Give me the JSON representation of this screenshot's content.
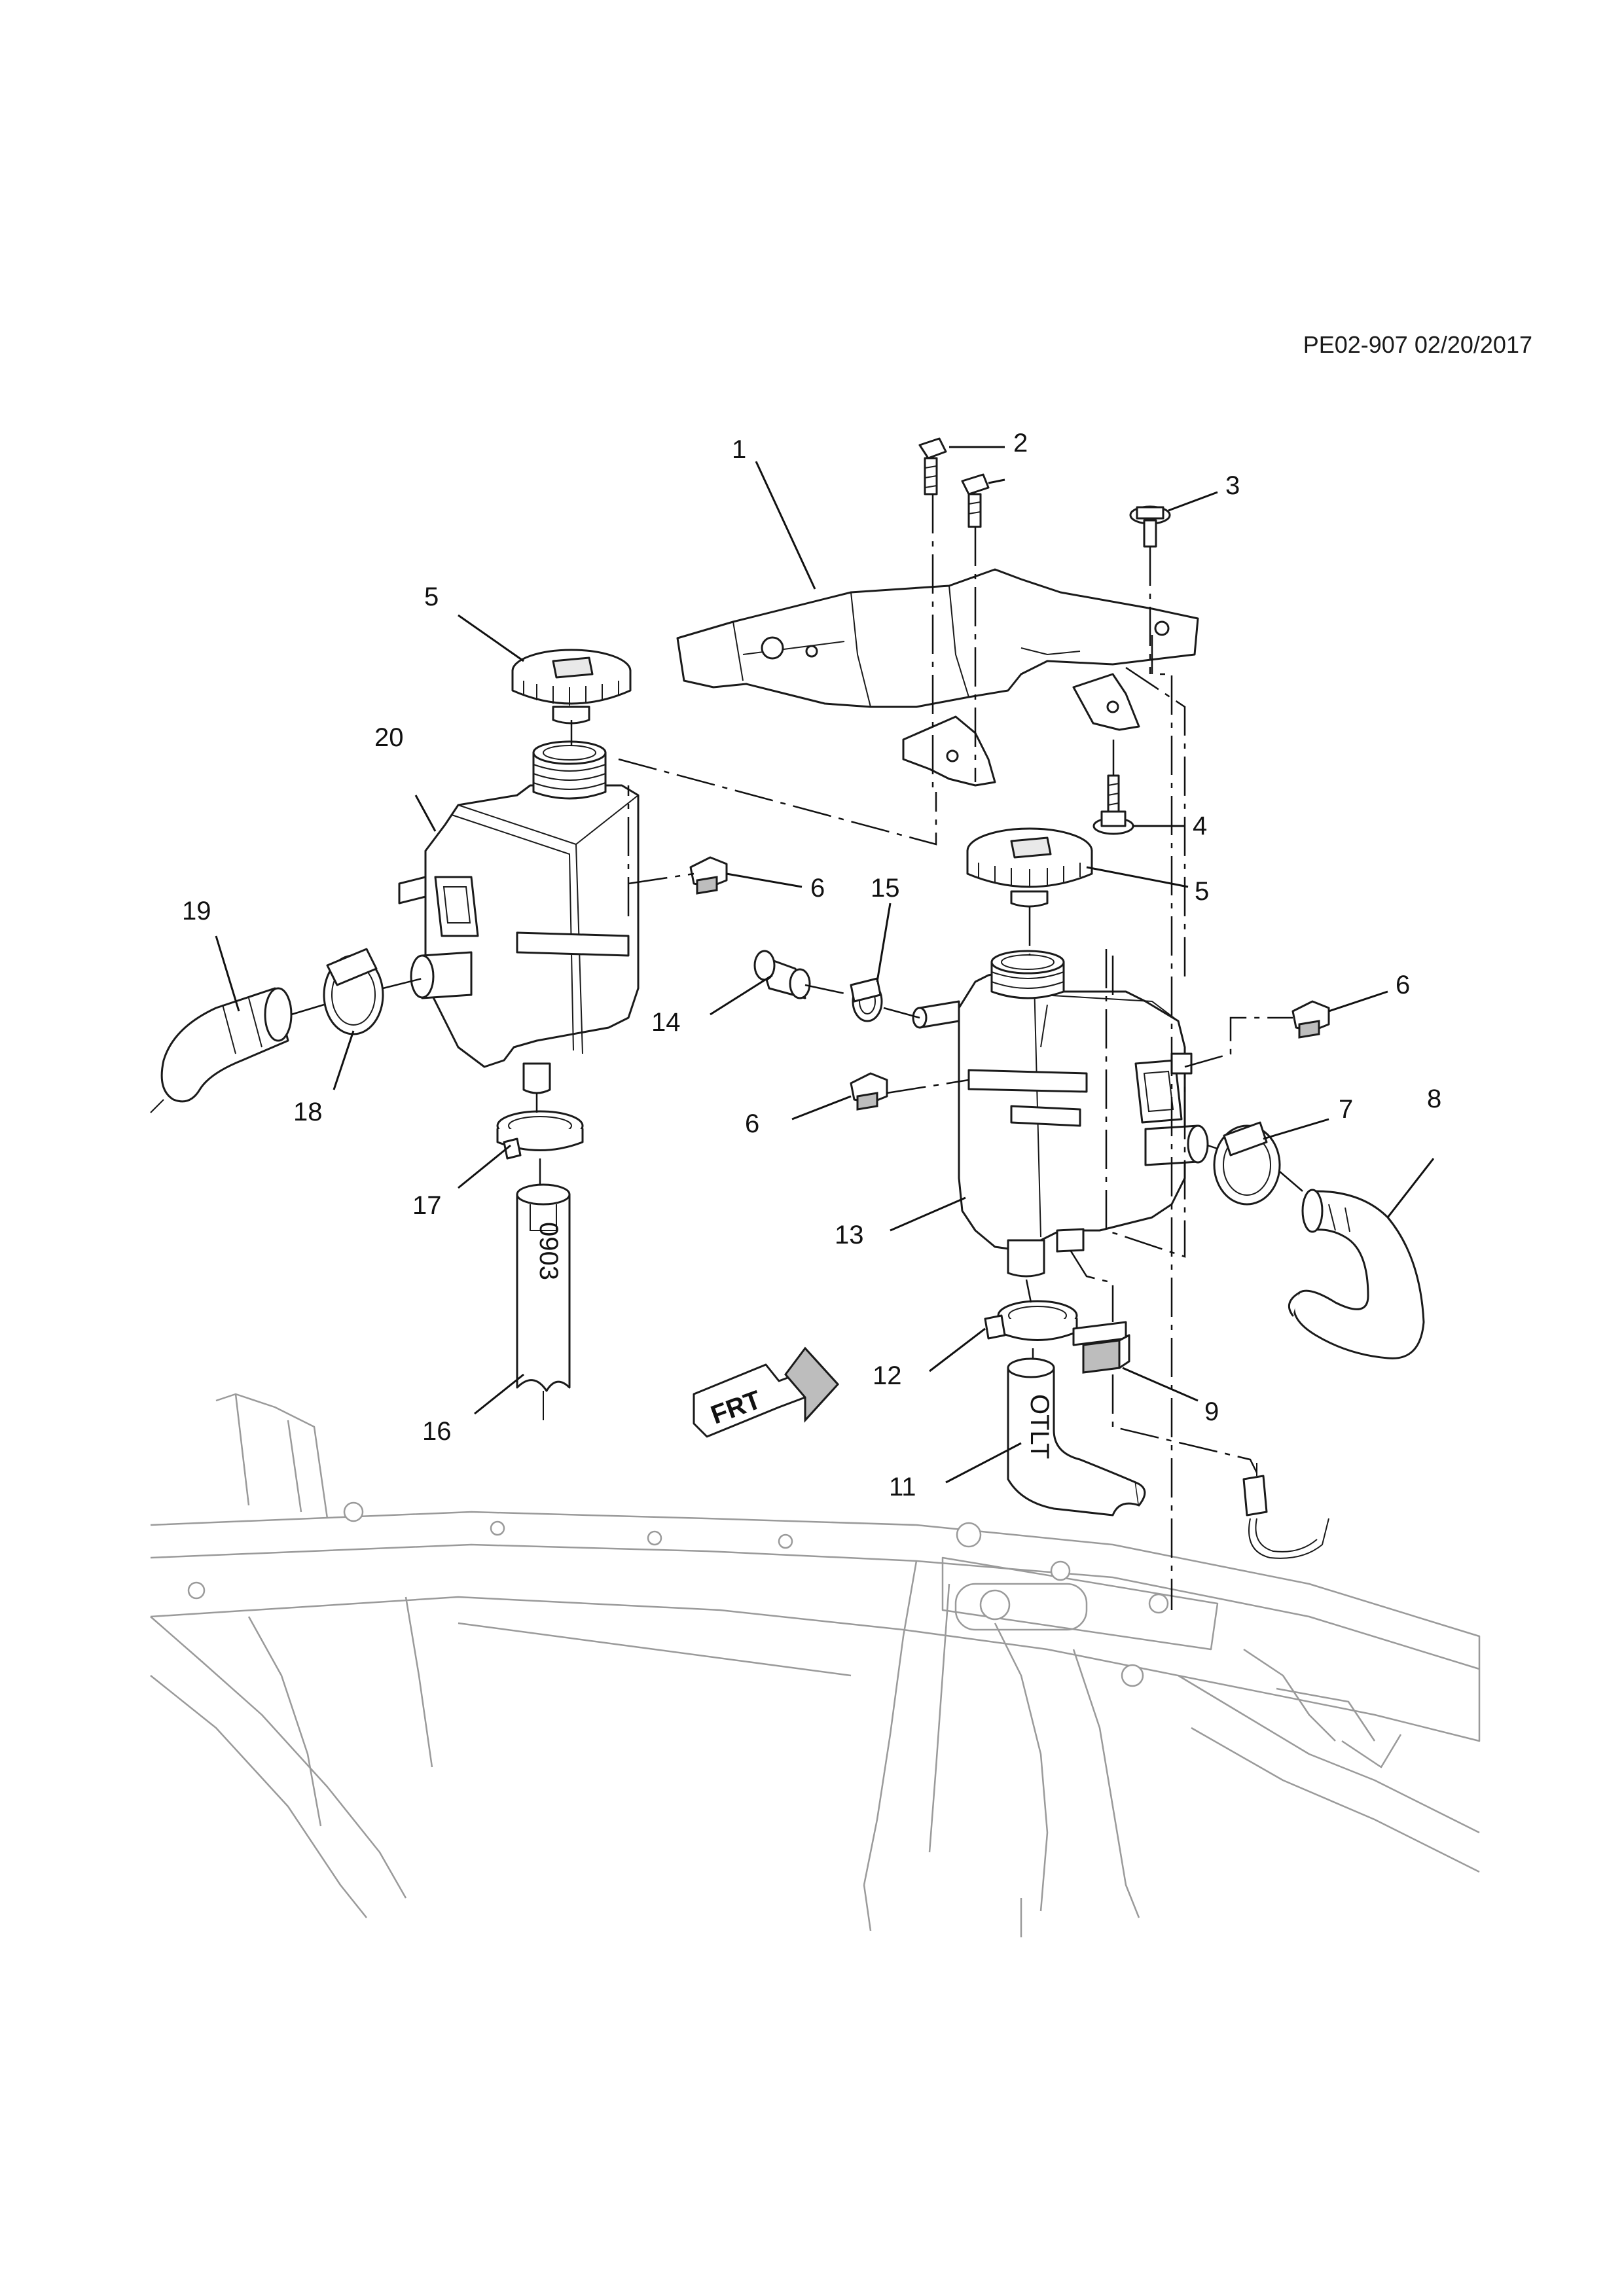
{
  "document": {
    "id_label": "PE02-907 02/20/2017"
  },
  "callouts": [
    {
      "num": "1"
    },
    {
      "num": "2"
    },
    {
      "num": "3"
    },
    {
      "num": "4"
    },
    {
      "num": "5"
    },
    {
      "num": "5"
    },
    {
      "num": "6"
    },
    {
      "num": "6"
    },
    {
      "num": "6"
    },
    {
      "num": "7"
    },
    {
      "num": "8"
    },
    {
      "num": "9"
    },
    {
      "num": "11"
    },
    {
      "num": "12"
    },
    {
      "num": "13"
    },
    {
      "num": "14"
    },
    {
      "num": "15"
    },
    {
      "num": "16"
    },
    {
      "num": "17"
    },
    {
      "num": "18"
    },
    {
      "num": "19"
    },
    {
      "num": "20"
    }
  ],
  "labels": {
    "frt_arrow": "FRT",
    "hose_print_16": "0903",
    "hose_print_11": "OTLT"
  }
}
